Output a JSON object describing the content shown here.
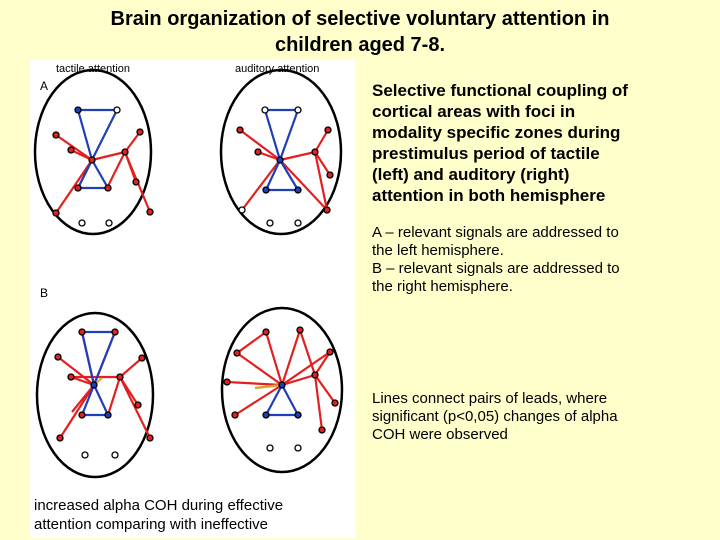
{
  "title_line1": "Brain organization of selective voluntary attention in",
  "title_line2": "children aged 7-8.",
  "figure": {
    "col_left": "tactile attention",
    "col_right": "auditory attention",
    "row_a": "A",
    "row_b": "B",
    "caption_line1": "increased alpha COH during effective",
    "caption_line2": "attention comparing with ineffective",
    "colors": {
      "red": "#e3201f",
      "blue": "#1f3fb8",
      "orange": "#d9a33b",
      "outline": "#000000"
    }
  },
  "caption_main": {
    "line1": "Selective functional coupling of",
    "line2": "cortical areas with foci in",
    "line3": "modality specific zones during",
    "line4": "prestimulus period of  tactile",
    "line5": "(left) and auditory (right)",
    "line6": "attention in both hemisphere"
  },
  "caption_ab": {
    "line1": "A – relevant signals are addressed to",
    "line2": "the left hemisphere.",
    "line3": "B – relevant signals are addressed to",
    "line4": "the right hemisphere."
  },
  "caption_lines": {
    "line1": "Lines connect pairs of leads, where",
    "line2": "significant (p<0,05) changes of alpha",
    "line3": "COH were observed"
  }
}
